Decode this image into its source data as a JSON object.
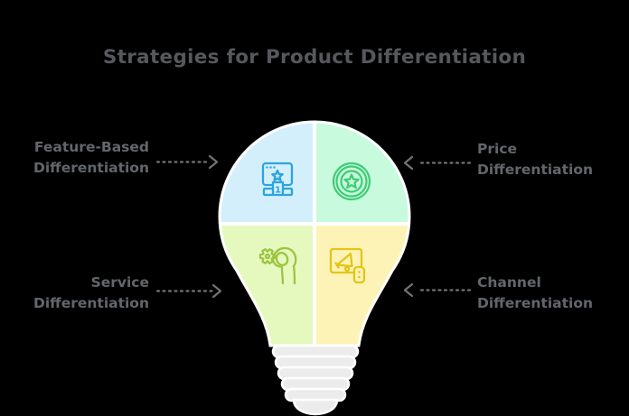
{
  "title": "Strategies for Product Differentiation",
  "arrow_color": "#717477",
  "text_colors": {
    "title": "#56585b",
    "label": "#63666a"
  },
  "bulb": {
    "rank_text": "1",
    "base_color": "#ececec",
    "divider_color": "#ffffff",
    "quadrants": [
      {
        "id": "feature-based",
        "position": "top-left",
        "label_lines": [
          "Feature-Based",
          "Differentiation"
        ],
        "fill": "#d4effc",
        "icon": "browser-ranking-icon",
        "icon_color": "#2da4e0"
      },
      {
        "id": "price",
        "position": "top-right",
        "label_lines": [
          "Price",
          "Differentiation"
        ],
        "fill": "#c8fade",
        "icon": "star-badge-icon",
        "icon_color": "#3fcc75"
      },
      {
        "id": "service",
        "position": "bottom-left",
        "label_lines": [
          "Service",
          "Differentiation"
        ],
        "fill": "#e5f9bf",
        "icon": "hand-gear-icon",
        "icon_color": "#9dc43e"
      },
      {
        "id": "channel",
        "position": "bottom-right",
        "label_lines": [
          "Channel",
          "Differentiation"
        ],
        "fill": "#fef3b6",
        "icon": "megaphone-screen-icon",
        "icon_color": "#e3c516"
      }
    ]
  }
}
